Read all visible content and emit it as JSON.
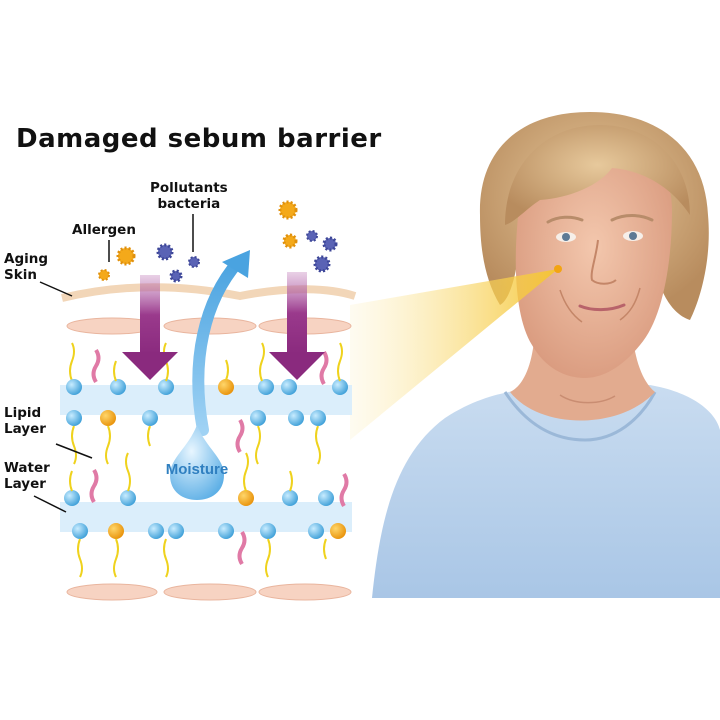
{
  "title": "Damaged sebum barrier",
  "labels": {
    "pollutants_line1": "Pollutants",
    "pollutants_line2": "bacteria",
    "allergen": "Allergen",
    "aging_line1": "Aging",
    "aging_line2": "Skin",
    "lipid_line1": "Lipid",
    "lipid_line2": "Layer",
    "water_line1": "Water",
    "water_line2": "Layer",
    "moisture": "Moisture"
  },
  "colors": {
    "arrow_purple": "#9a3a8c",
    "moisture_blue": "#5fb0e6",
    "band_blue": "#d9ecfb",
    "lipid_head_blue": "#5cb6e8",
    "lipid_head_orange": "#f2a413",
    "lipid_head_pink": "#e07aa6",
    "tail_yellow": "#efd21d",
    "skin_cell": "#f5c9b6",
    "highlight_beam": "#f7d040"
  }
}
